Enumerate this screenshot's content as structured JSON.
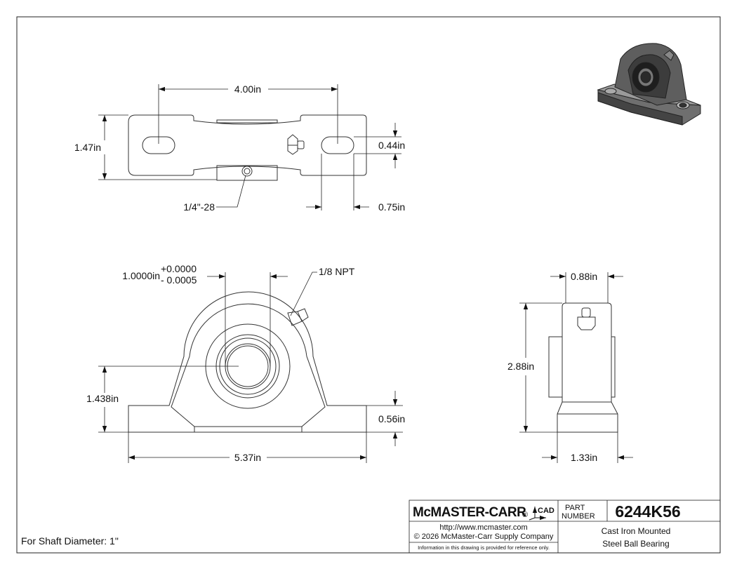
{
  "dimensions": {
    "hole_spacing": "4.00in",
    "base_width": "1.47in",
    "slot_width": "0.44in",
    "slot_length": "0.75in",
    "set_screw": "1/4\"-28",
    "bore": "1.0000in",
    "tol_plus": "+0.0000",
    "tol_minus": "- 0.0005",
    "fitting": "1/8 NPT",
    "center_height": "1.438in",
    "base_thickness": "0.56in",
    "overall_length": "5.37in",
    "housing_width": "0.88in",
    "overall_height": "2.88in",
    "base_depth": "1.33in"
  },
  "title_block": {
    "brand": "McMASTER-CARR",
    "registered": "®",
    "cad_label": "CAD",
    "part_label_line1": "PART",
    "part_label_line2": "NUMBER",
    "part_number": "6244K56",
    "website": "http://www.mcmaster.com",
    "copyright": "© 2026 McMaster-Carr Supply Company",
    "disclaimer": "Information in this drawing is provided for reference only.",
    "desc_line1": "Cast Iron Mounted",
    "desc_line2": "Steel Ball Bearing"
  },
  "notes": {
    "shaft": "For Shaft Diameter: 1\""
  }
}
